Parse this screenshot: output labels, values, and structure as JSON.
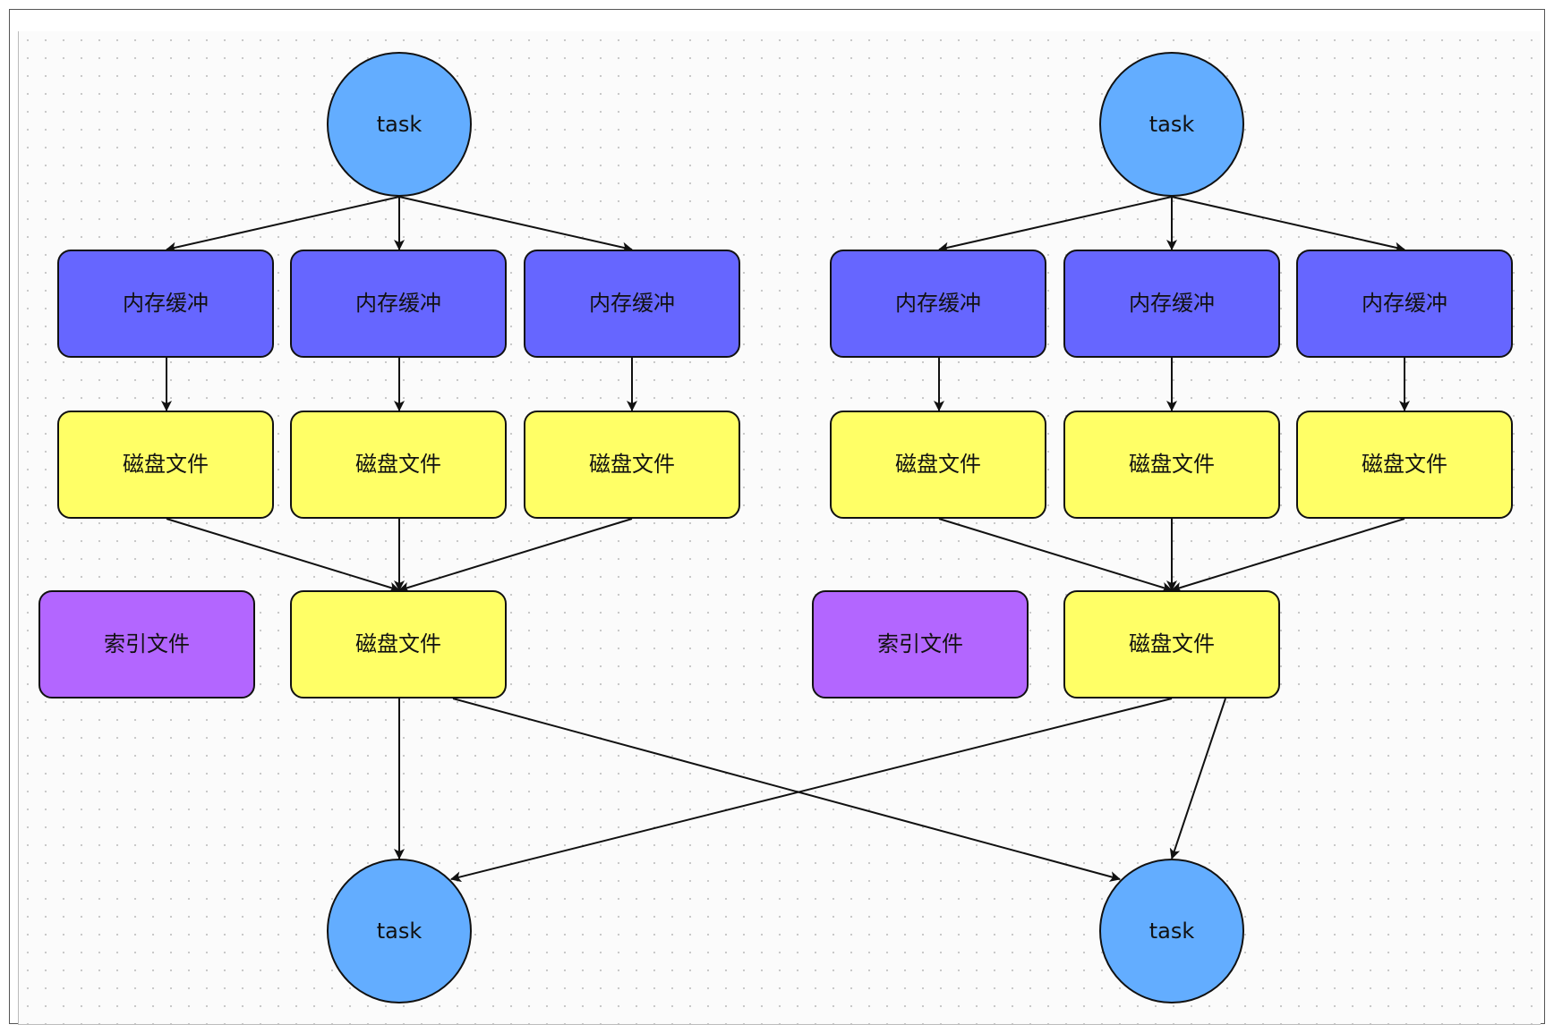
{
  "colors": {
    "task": "#63adff",
    "buffer": "#6666ff",
    "disk": "#ffff66",
    "index": "#b366ff",
    "stroke": "#111111"
  },
  "left": {
    "task_top": "task",
    "buffers": [
      "内存缓冲",
      "内存缓冲",
      "内存缓冲"
    ],
    "disks": [
      "磁盘文件",
      "磁盘文件",
      "磁盘文件"
    ],
    "index_file": "索引文件",
    "merged_disk": "磁盘文件",
    "task_bottom": "task"
  },
  "right": {
    "task_top": "task",
    "buffers": [
      "内存缓冲",
      "内存缓冲",
      "内存缓冲"
    ],
    "disks": [
      "磁盘文件",
      "磁盘文件",
      "磁盘文件"
    ],
    "index_file": "索引文件",
    "merged_disk": "磁盘文件",
    "task_bottom": "task"
  }
}
